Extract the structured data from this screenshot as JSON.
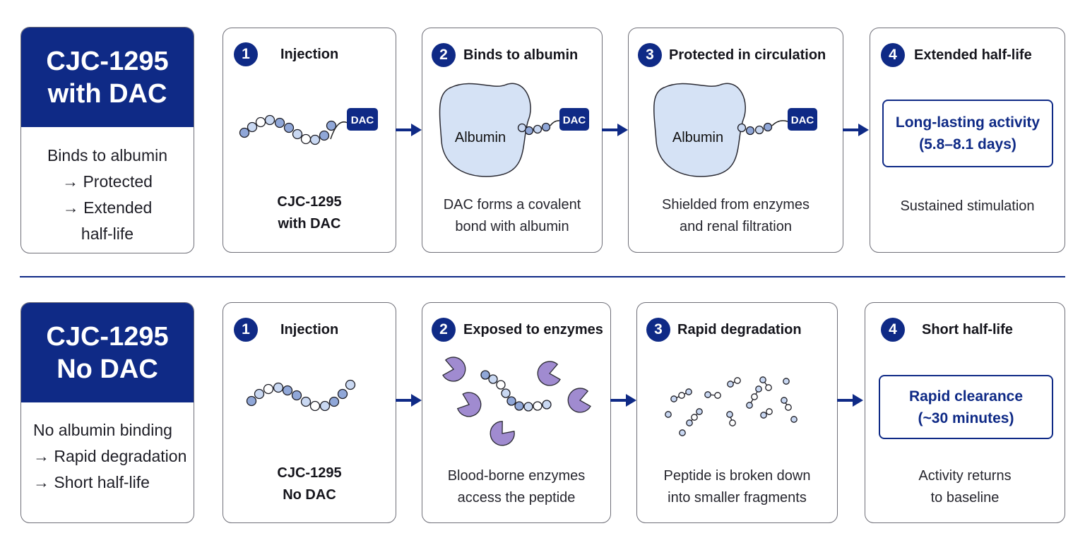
{
  "colors": {
    "navy": "#0f2a86",
    "bead_light": "#c9d8f2",
    "bead_mid": "#90a7d8",
    "albumin_fill": "#d5e2f5",
    "enzyme": "#a08bd0",
    "border": "#6f6f78"
  },
  "rows": [
    {
      "id": "with-dac",
      "summary": {
        "title": [
          "CJC-1295",
          "with DAC"
        ],
        "lines": [
          "Binds to albumin",
          "→ Protected",
          "→ Extended",
          "half-life"
        ]
      },
      "steps": [
        {
          "number": "1",
          "title": "Injection",
          "dac_label": "DAC",
          "description": [
            "CJC-1295",
            "with DAC"
          ]
        },
        {
          "number": "2",
          "title": "Binds to albumin",
          "albumin_label": "Albumin",
          "dac_label": "DAC",
          "description": [
            "DAC forms a covalent",
            "bond with albumin"
          ]
        },
        {
          "number": "3",
          "title": "Protected in circulation",
          "albumin_label": "Albumin",
          "dac_label": "DAC",
          "description": [
            "Shielded from enzymes",
            "and renal filtration"
          ]
        },
        {
          "number": "4",
          "title": "Extended half-life",
          "highlight": [
            "Long-lasting activity",
            "(5.8–8.1 days)"
          ],
          "description": [
            "Sustained stimulation"
          ]
        }
      ]
    },
    {
      "id": "no-dac",
      "summary": {
        "title": [
          "CJC-1295",
          "No DAC"
        ],
        "lines": [
          "No albumin binding",
          "→ Rapid degradation",
          "→ Short half-life"
        ]
      },
      "steps": [
        {
          "number": "1",
          "title": "Injection",
          "description": [
            "CJC-1295",
            "No DAC"
          ]
        },
        {
          "number": "2",
          "title": "Exposed to enzymes",
          "description": [
            "Blood-borne enzymes",
            "access the peptide"
          ]
        },
        {
          "number": "3",
          "title": "Rapid degradation",
          "description": [
            "Peptide is broken down",
            "into smaller fragments"
          ]
        },
        {
          "number": "4",
          "title": "Short half-life",
          "highlight": [
            "Rapid clearance",
            "(~30 minutes)"
          ],
          "description": [
            "Activity returns",
            "to baseline"
          ]
        }
      ]
    }
  ]
}
